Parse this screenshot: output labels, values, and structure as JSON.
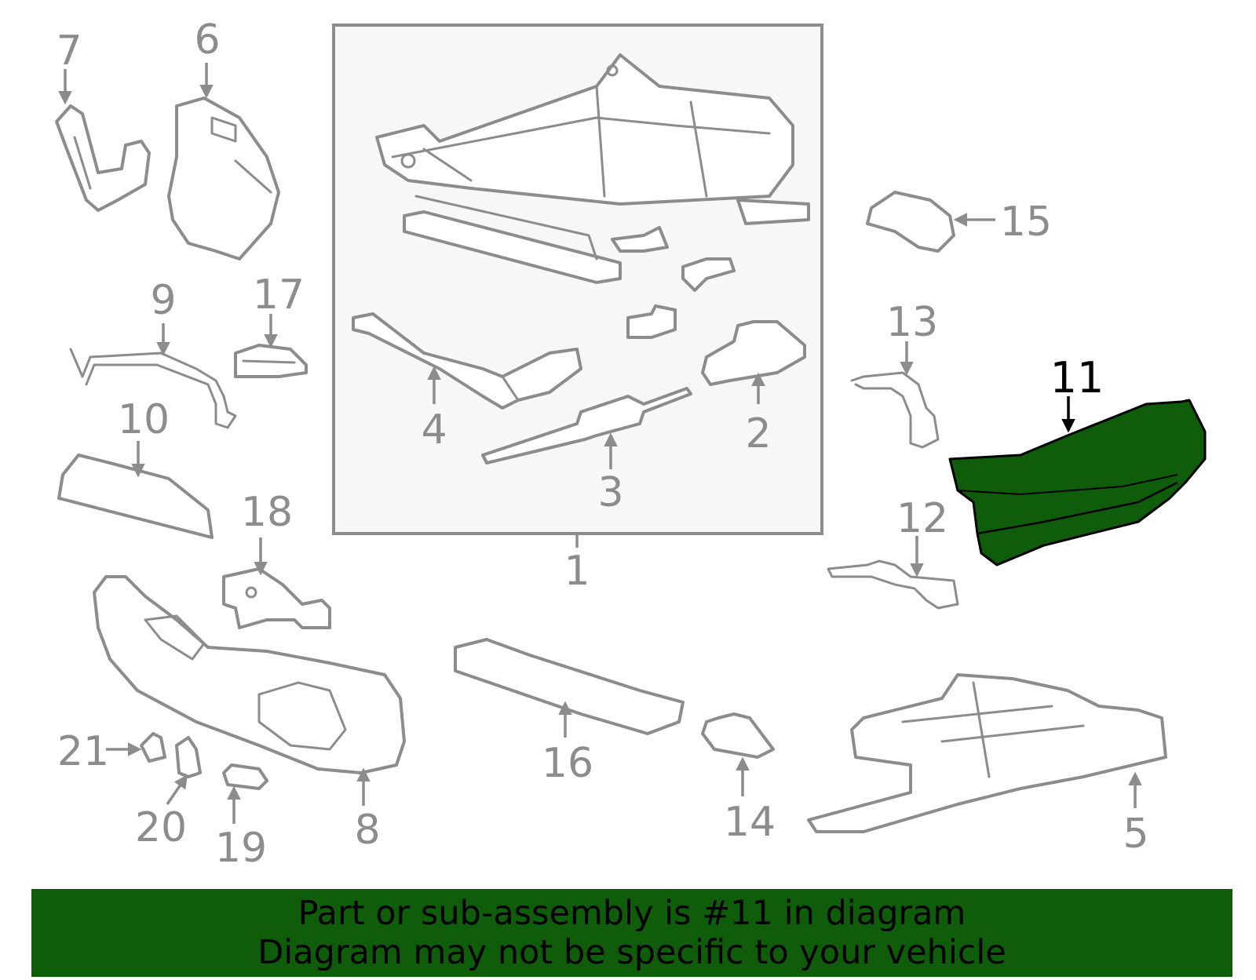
{
  "diagram": {
    "highlight_color": "#0f5c0a",
    "callouts": [
      {
        "id": "c1",
        "label": "1"
      },
      {
        "id": "c2",
        "label": "2"
      },
      {
        "id": "c3",
        "label": "3"
      },
      {
        "id": "c4",
        "label": "4"
      },
      {
        "id": "c5",
        "label": "5"
      },
      {
        "id": "c6",
        "label": "6"
      },
      {
        "id": "c7",
        "label": "7"
      },
      {
        "id": "c8",
        "label": "8"
      },
      {
        "id": "c9",
        "label": "9"
      },
      {
        "id": "c10",
        "label": "10"
      },
      {
        "id": "c11",
        "label": "11",
        "highlighted": true
      },
      {
        "id": "c12",
        "label": "12"
      },
      {
        "id": "c13",
        "label": "13"
      },
      {
        "id": "c14",
        "label": "14"
      },
      {
        "id": "c15",
        "label": "15"
      },
      {
        "id": "c16",
        "label": "16"
      },
      {
        "id": "c17",
        "label": "17"
      },
      {
        "id": "c18",
        "label": "18"
      },
      {
        "id": "c19",
        "label": "19"
      },
      {
        "id": "c20",
        "label": "20"
      },
      {
        "id": "c21",
        "label": "21"
      }
    ]
  },
  "banner": {
    "line1": "Part or sub-assembly is #11 in diagram",
    "line2": "Diagram may not be specific to your vehicle",
    "background": "#0f5c0a"
  }
}
